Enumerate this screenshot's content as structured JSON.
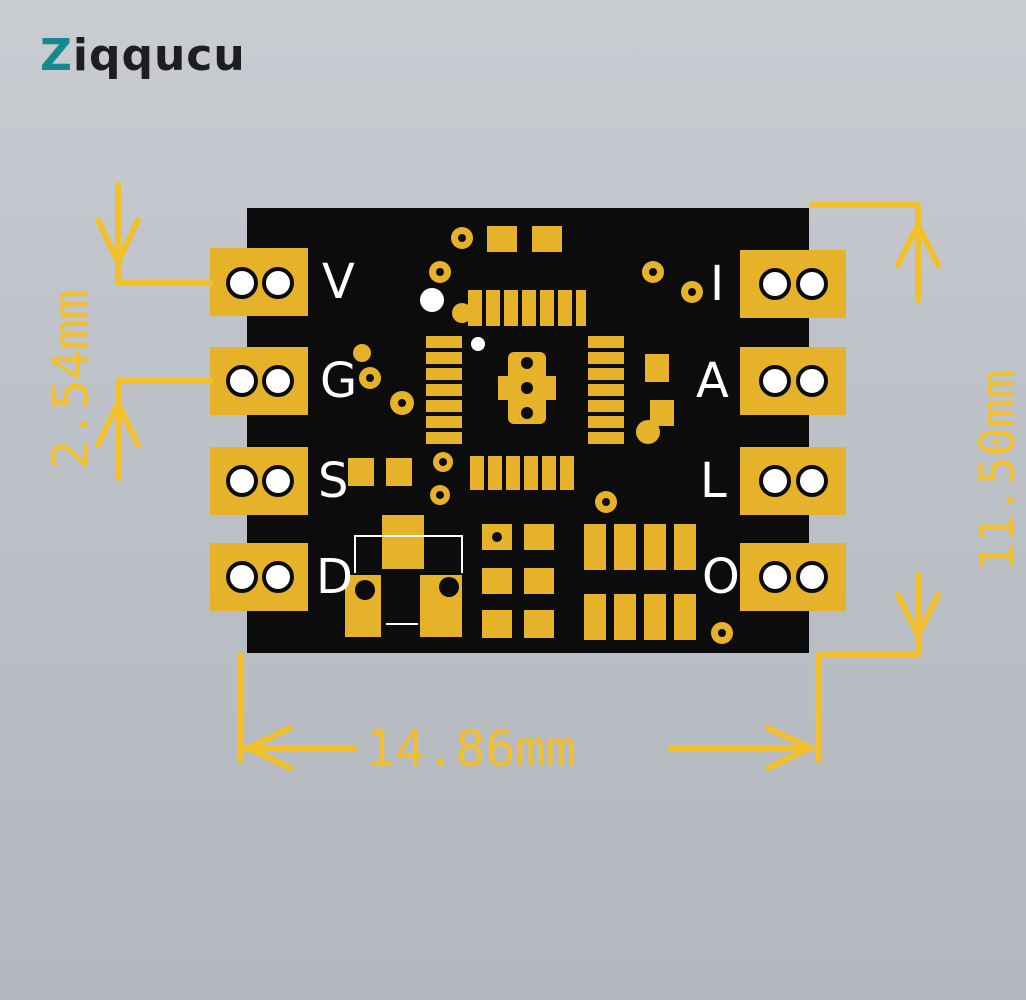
{
  "brand": {
    "logo_first": "Z",
    "logo_rest": "iqqucu"
  },
  "dimensions": {
    "width": "14.86mm",
    "height": "11.50mm",
    "pitch": "2.54mm"
  },
  "pins": {
    "left": [
      "V",
      "G",
      "S",
      "D"
    ],
    "right": [
      "I",
      "A",
      "L",
      "O"
    ]
  },
  "colors": {
    "board": "#0c0c0c",
    "gold": "#e6b22a",
    "dimension": "#f2c02c",
    "background": "#c2c6cb"
  }
}
